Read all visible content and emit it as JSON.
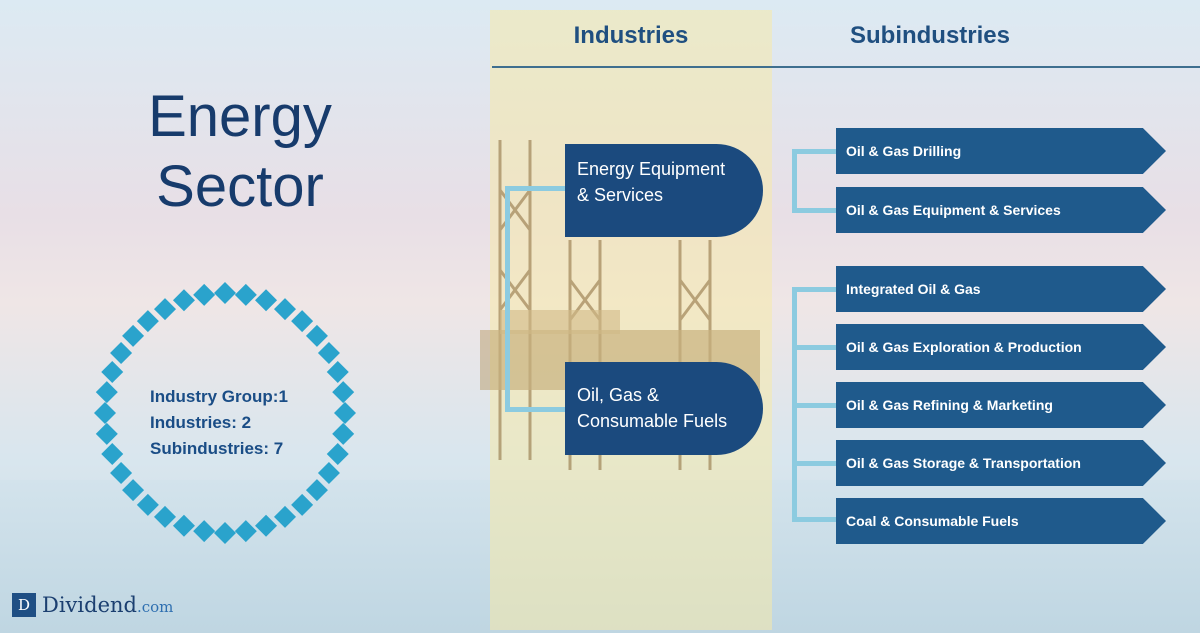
{
  "sector": {
    "title_line1": "Energy",
    "title_line2": "Sector"
  },
  "stats": {
    "industry_groups": "Industry Group:1",
    "industries": "Industries: 2",
    "subindustries": "Subindustries: 7"
  },
  "headers": {
    "industries": "Industries",
    "subindustries": "Subindustries"
  },
  "industries": [
    {
      "line1": "Energy Equipment",
      "line2": "& Services",
      "subindustries": [
        "Oil & Gas Drilling",
        "Oil & Gas Equipment & Services"
      ]
    },
    {
      "line1": "Oil, Gas &",
      "line2": "Consumable Fuels",
      "subindustries": [
        "Integrated Oil & Gas",
        "Oil & Gas Exploration & Production",
        "Oil & Gas Refining & Marketing",
        "Oil & Gas Storage & Transportation",
        "Coal & Consumable Fuels"
      ]
    }
  ],
  "logo": {
    "mark": "D",
    "name": "Dividend",
    "domain": ".com"
  },
  "colors": {
    "dark_navy": "#173b6c",
    "industry_box": "#1b4a7e",
    "subindustry_box": "#1f5a8c",
    "connector": "#8ccbe0",
    "diamond_ring": "#2aa3cc",
    "band": "#f5e9aa"
  },
  "icons": {
    "badge": "diamond-ring-badge",
    "background": "offshore-oil-rig"
  }
}
